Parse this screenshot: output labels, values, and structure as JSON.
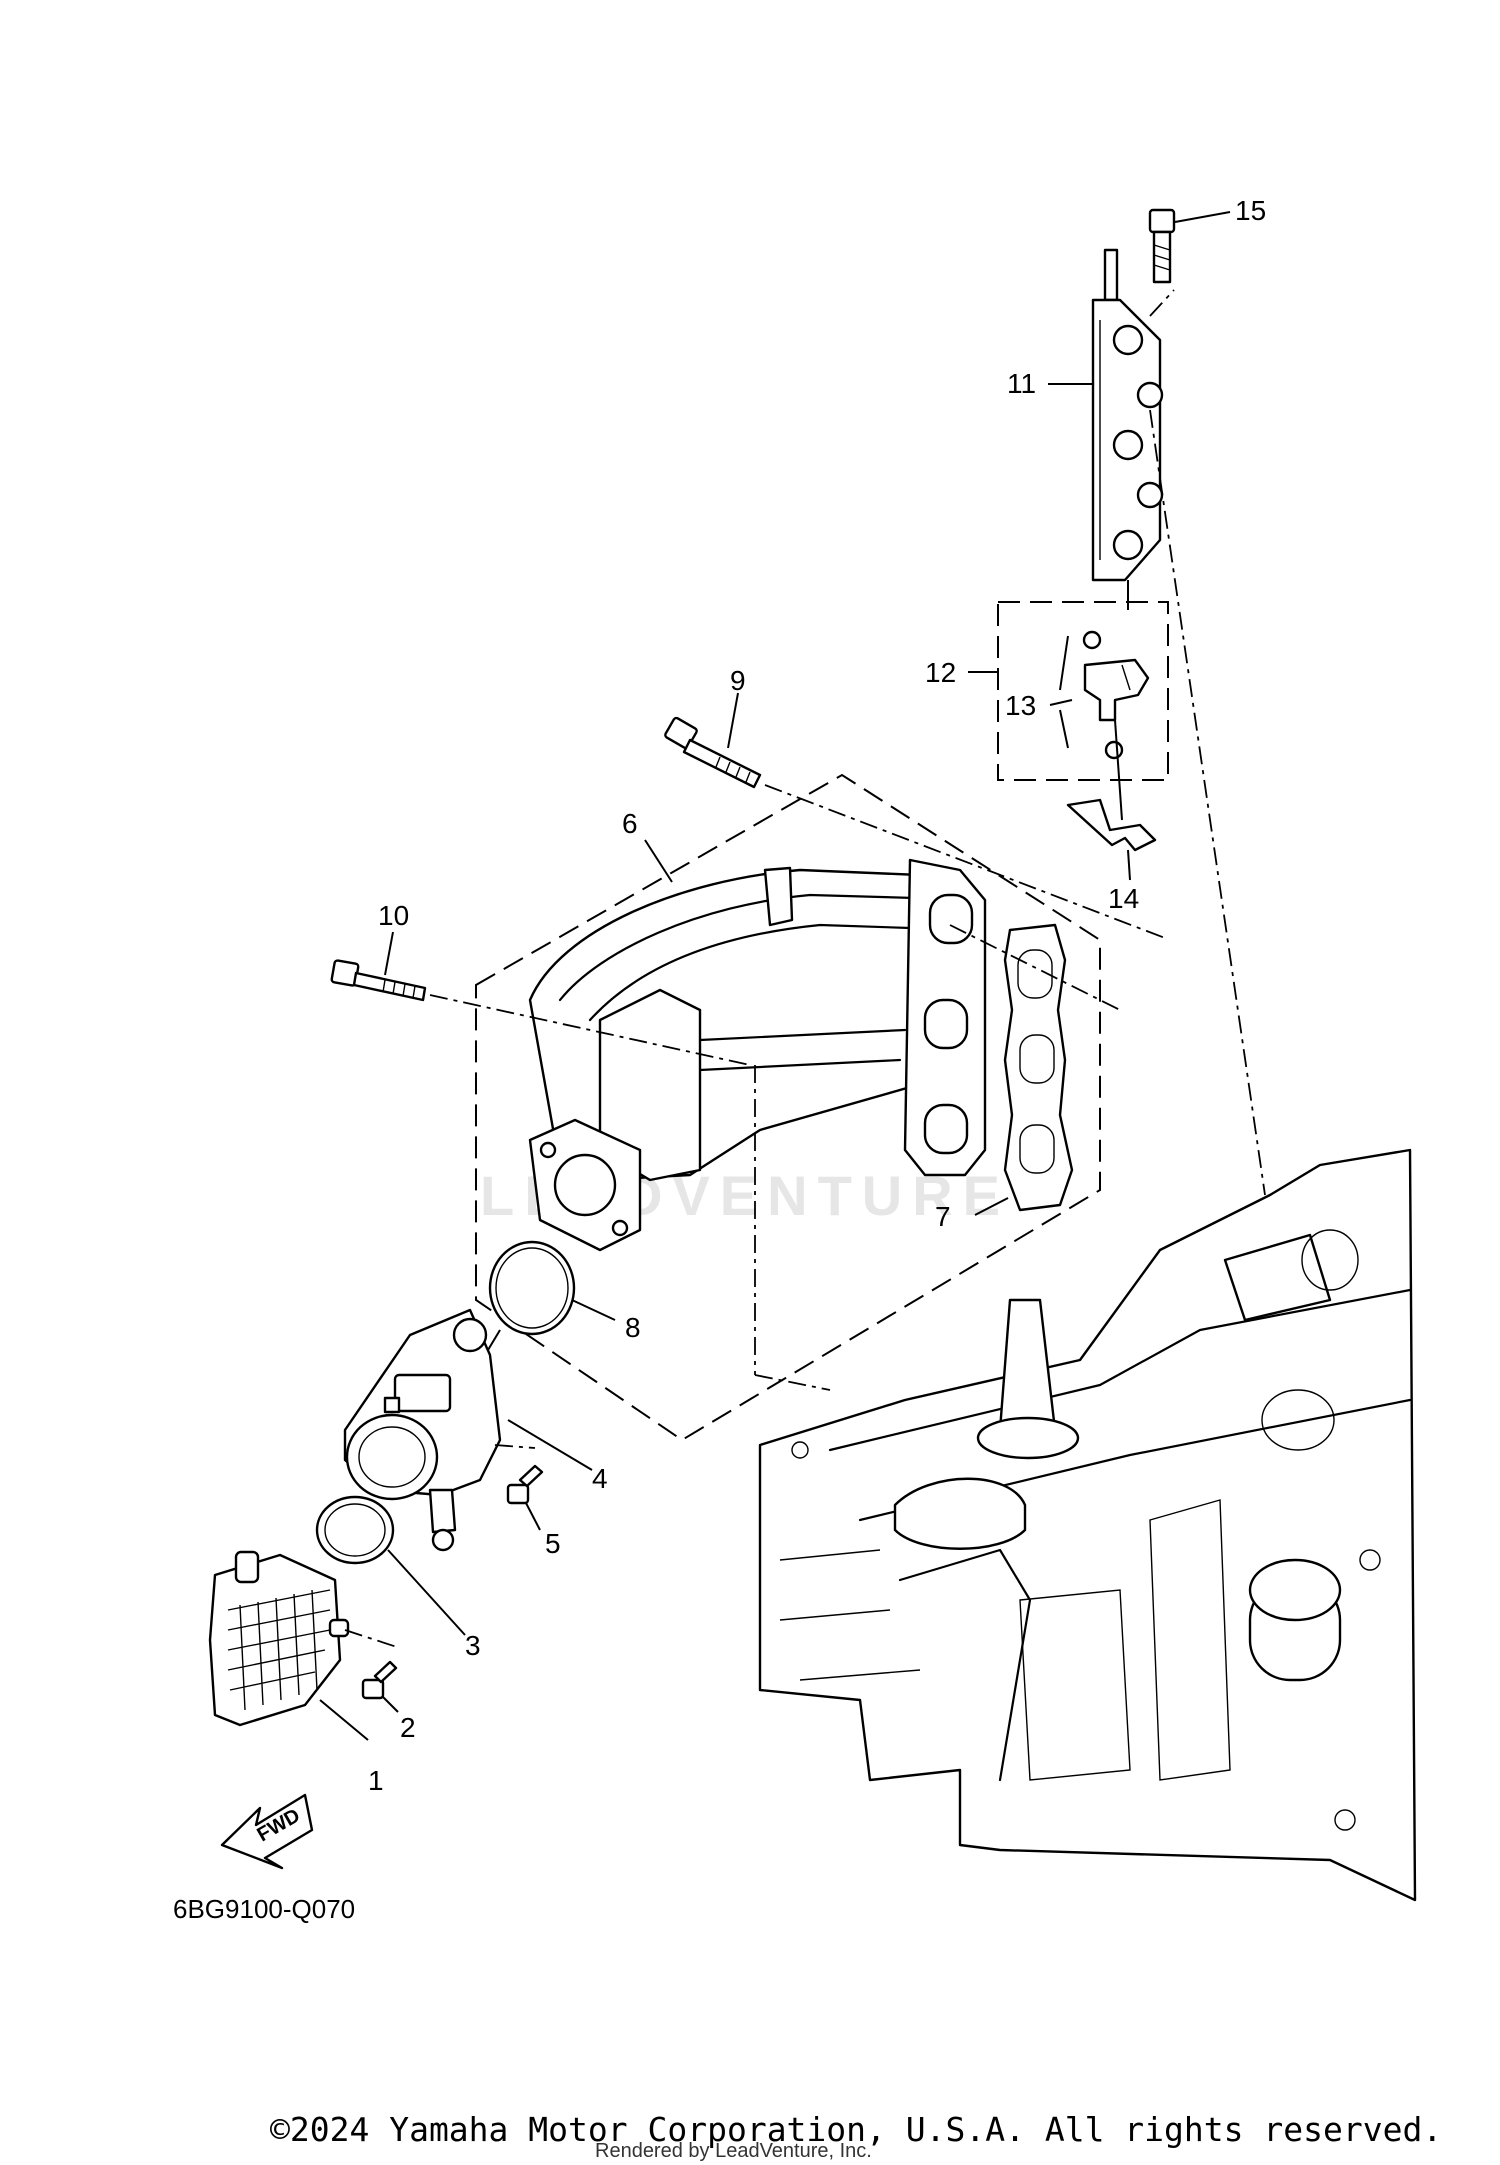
{
  "diagram": {
    "callouts": {
      "c1": "1",
      "c2": "2",
      "c3": "3",
      "c4": "4",
      "c5": "5",
      "c6": "6",
      "c7": "7",
      "c8": "8",
      "c9": "9",
      "c10": "10",
      "c11": "11",
      "c12": "12",
      "c13": "13",
      "c14": "14",
      "c15": "15"
    },
    "fwd_label": "FWD",
    "diagram_code": "6BG9100-Q070",
    "watermark": "LEADVENTURE"
  },
  "footer": {
    "copyright": "©2024 Yamaha Motor Corporation, U.S.A. All rights reserved.",
    "rendered_by": "Rendered by LeadVenture, Inc."
  }
}
